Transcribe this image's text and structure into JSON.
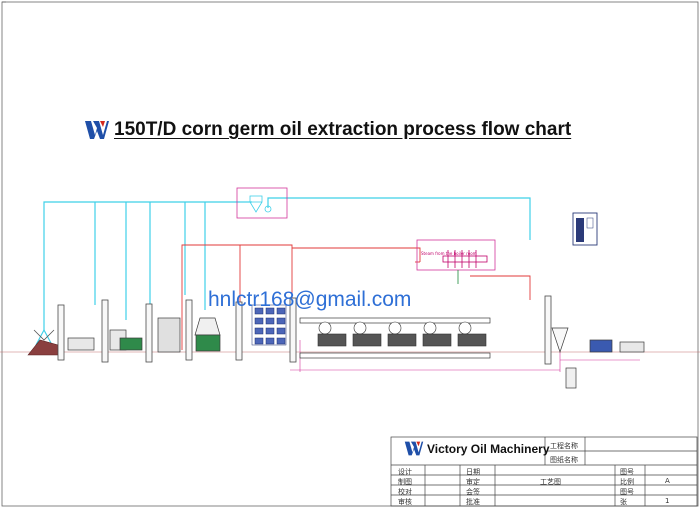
{
  "title": "150T/D corn germ oil extraction process flow chart",
  "watermark": "hnlctr168@gmail.com",
  "steam_note": "Steam from the boiler room",
  "colors": {
    "brand_blue": "#1f4fa8",
    "brand_red": "#d42a1e",
    "pipe_cyan": "#3fd0e8",
    "pipe_red": "#e23a3a",
    "pipe_magenta": "#d3359b",
    "equipment_green": "#1a8a3a",
    "outline": "#5a5a5a",
    "watermark_blue": "#2e6fd6"
  },
  "title_block": {
    "company": "Victory Oil Machinery",
    "drawing_name": "工艺图",
    "right_labels": [
      "工程名称",
      "图纸名称"
    ],
    "left_labels": [
      "设计",
      "制图",
      "校对",
      "审核"
    ],
    "mid_labels": [
      "日期",
      "审定",
      "会签",
      "批准"
    ],
    "side_labels": [
      "图号",
      "比例",
      "图号",
      "张"
    ],
    "values": [
      "A",
      "1"
    ]
  },
  "icons": [
    "victory-logo-icon",
    "steam-manifold-icon",
    "control-cabinet-icon"
  ]
}
